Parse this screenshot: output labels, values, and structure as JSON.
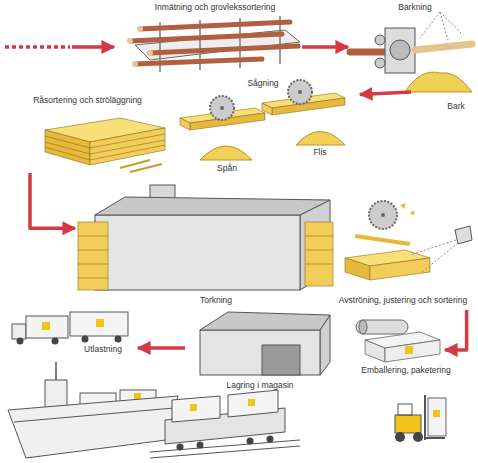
{
  "diagram": {
    "nodes": [
      {
        "text": [
          "Inmätning och grovlekssortering"
        ]
      },
      {
        "text": [
          "Barkning"
        ]
      },
      {
        "text": [
          "Sågning"
        ]
      },
      {
        "text": [
          "Råsortering och ströläggning"
        ]
      },
      {
        "text": [
          "Torkning"
        ]
      },
      {
        "text": [
          "Avströning, justering och sortering"
        ]
      },
      {
        "text": [
          "Emballering, paketering"
        ]
      },
      {
        "text": [
          "Lagring i magasin"
        ]
      },
      {
        "text": [
          "Utlastning"
        ]
      }
    ],
    "edges": [
      {
        "from": 0,
        "to": 1,
        "arrow": "to"
      },
      {
        "from": 1,
        "to": 2,
        "arrow": "to"
      },
      {
        "from": 3,
        "to": 4,
        "arrow": "to"
      },
      {
        "from": 5,
        "to": 6,
        "arrow": "to"
      },
      {
        "from": 7,
        "to": 8,
        "arrow": "to"
      }
    ],
    "labels": [
      "Bark",
      "Flis",
      "Spån"
    ]
  }
}
